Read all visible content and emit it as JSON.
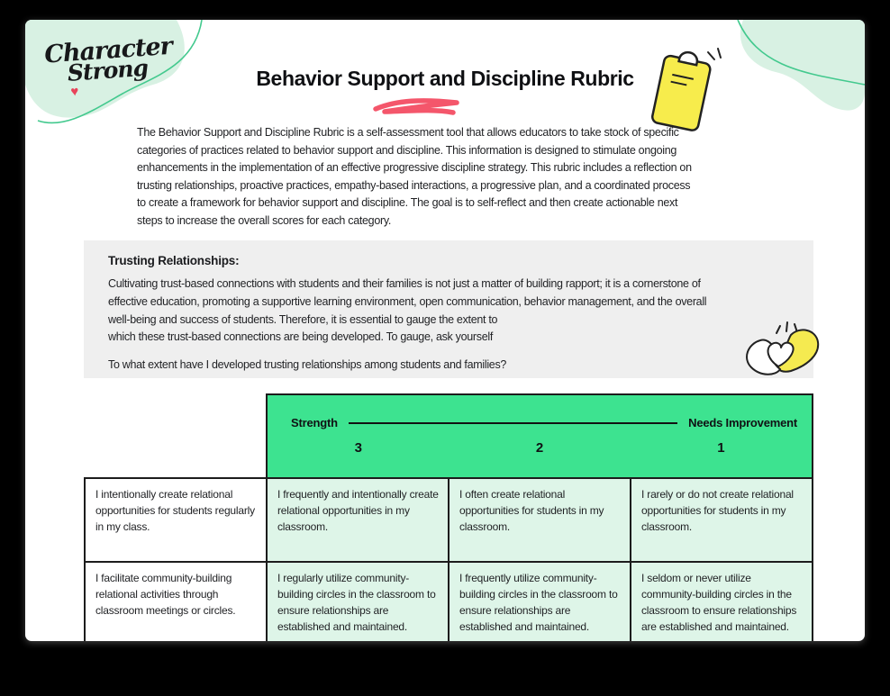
{
  "brand": {
    "line1": "Character",
    "line2": "Strong",
    "heart": "♥"
  },
  "title": "Behavior Support and Discipline Rubric",
  "intro": "The Behavior Support and Discipline Rubric is a self-assessment tool that allows educators to take stock of specific\ncategories of practices related to behavior support and discipline. This information is designed to stimulate ongoing\nenhancements in the implementation of an effective progressive discipline strategy. This rubric includes a reflection on\ntrusting relationships, proactive practices, empathy-based interactions, a progressive plan, and a coordinated process\nto create a framework for behavior support and discipline. The goal is to self-reflect and then create actionable next\nsteps to increase the overall scores for each category.",
  "section": {
    "heading": "Trusting Relationships:",
    "body": "Cultivating trust-based connections with students and their families is not just a matter of building rapport; it is a cornerstone of\neffective education, promoting a supportive learning environment, open communication, behavior management, and the overall\nwell-being and success of students. Therefore, it is essential to gauge the extent to\nwhich these trust-based connections are being developed. To gauge, ask yourself",
    "question": "To what extent have I developed trusting relationships among students and families?"
  },
  "rubric": {
    "scale_left": "Strength",
    "scale_right": "Needs Improvement",
    "levels": [
      "3",
      "2",
      "1"
    ],
    "rows": [
      {
        "statement": "I intentionally create relational opportunities for students regularly in my class.",
        "level3": "I frequently and intentionally create relational opportunities in my classroom.",
        "level2": "I often create relational opportunities for students in my classroom.",
        "level1": "I rarely or do not create relational opportunities for students in my classroom."
      },
      {
        "statement": "I facilitate community-building relational activities through classroom meetings or circles.",
        "level3": "I regularly utilize community-building circles in the classroom to ensure relationships are established and maintained.",
        "level2": "I frequently utilize community-building circles in the classroom to ensure relationships are established and maintained.",
        "level1": "I seldom or never utilize community-building circles in the classroom to ensure relationships are established and maintained."
      }
    ]
  },
  "colors": {
    "background": "#000000",
    "page": "#ffffff",
    "header_green": "#3de390",
    "cell_mint": "#def5e8",
    "section_gray": "#efefef",
    "scribble_red": "#f4566b",
    "doodle_yellow": "#f5ea50",
    "blob_mint": "#d8f1e3",
    "blob_stroke": "#43c98e",
    "heart_red": "#e8435a",
    "border_black": "#1c1c1c"
  }
}
